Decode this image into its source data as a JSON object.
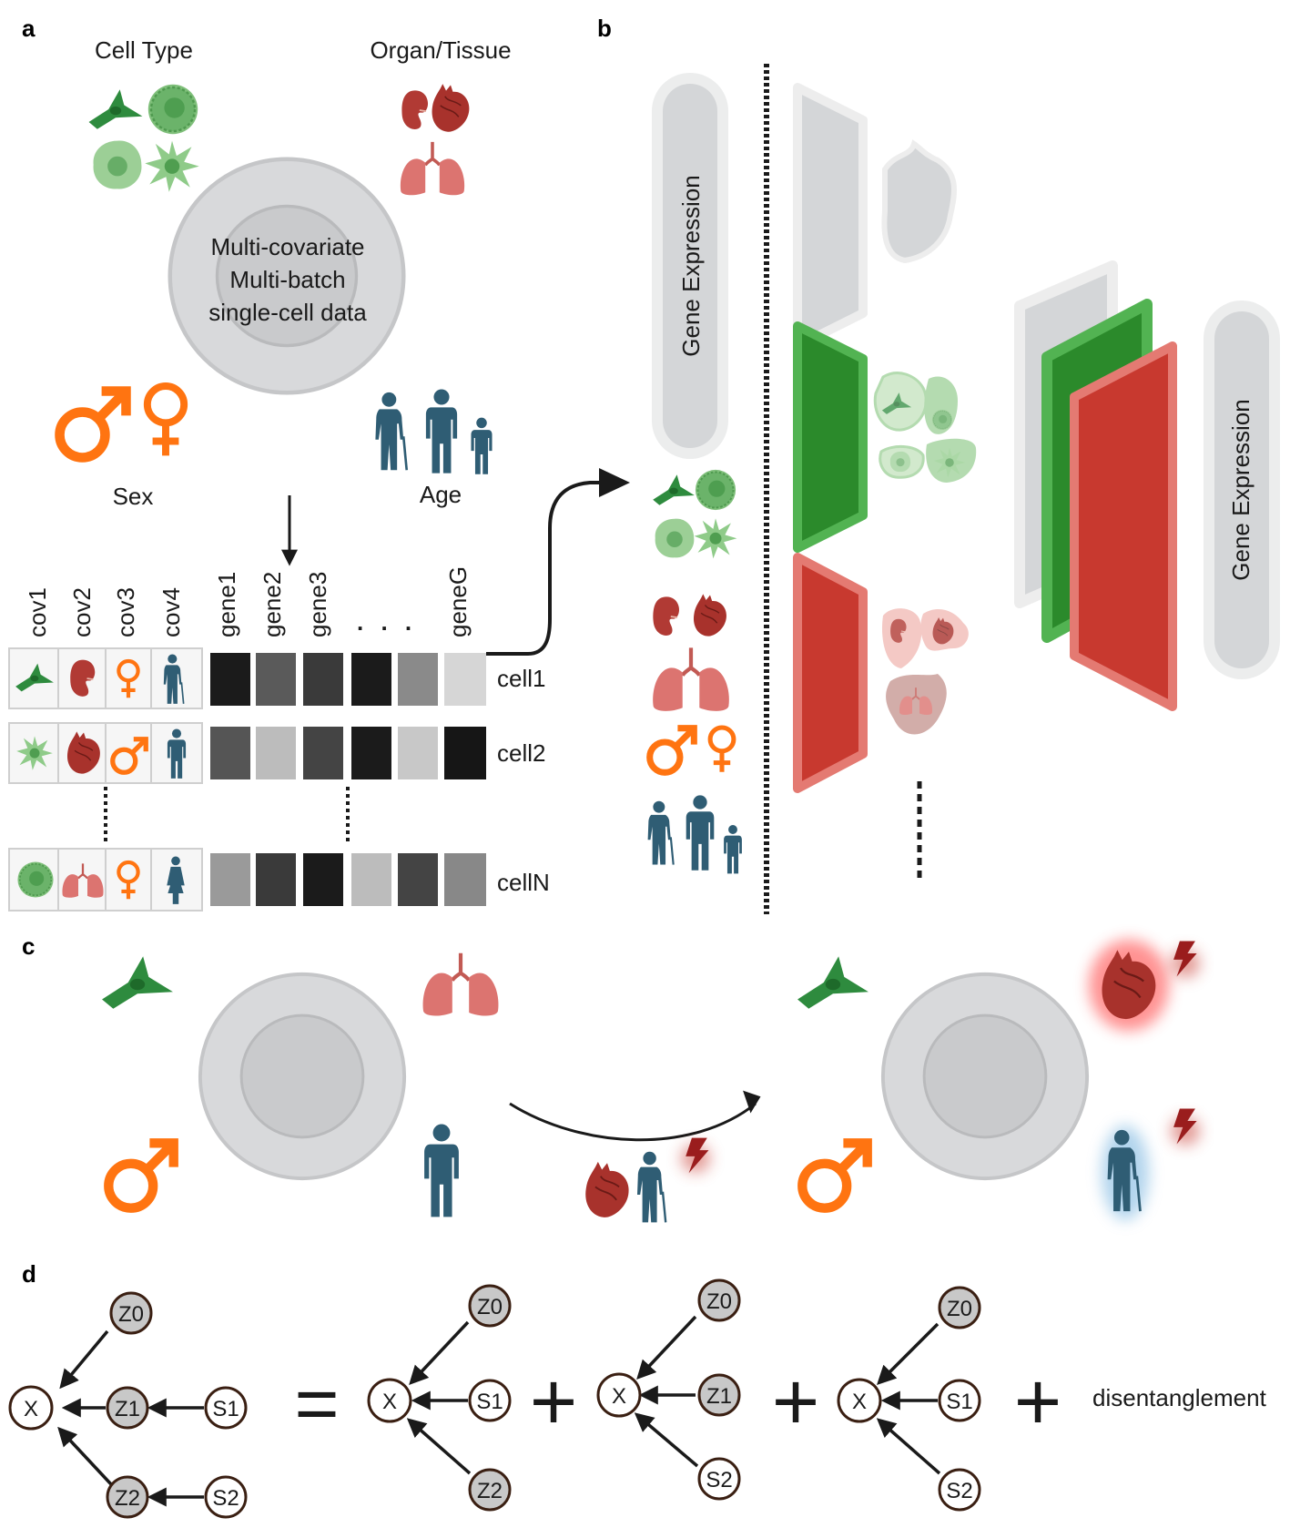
{
  "panels": {
    "a": "a",
    "b": "b",
    "c": "c",
    "d": "d"
  },
  "panel_a": {
    "cell_type_label": "Cell Type",
    "organ_label": "Organ/Tissue",
    "sex_label": "Sex",
    "age_label": "Age",
    "center_lines": [
      "Multi-covariate",
      "Multi-batch",
      "single-cell data"
    ],
    "covariate_headers": [
      "cov1",
      "cov2",
      "cov3",
      "cov4"
    ],
    "gene_headers": [
      "gene1",
      "gene2",
      "gene3",
      "geneG"
    ],
    "ellipsis": ". . .",
    "rows": [
      {
        "label": "cell1",
        "icons": [
          "fibroblast",
          "kidney",
          "female",
          "elder"
        ],
        "shades": [
          "#1b1b1b",
          "#5a5a5a",
          "#3a3a3a",
          "#1b1b1b",
          "#8a8a8a",
          "#d6d6d6"
        ]
      },
      {
        "label": "cell2",
        "icons": [
          "dendritic",
          "heart",
          "male",
          "adult"
        ],
        "shades": [
          "#555555",
          "#bcbcbc",
          "#444444",
          "#1b1b1b",
          "#c8c8c8",
          "#161616"
        ]
      },
      {
        "label": "cellN",
        "icons": [
          "round-cell",
          "lung",
          "female",
          "woman"
        ],
        "shades": [
          "#9a9a9a",
          "#3a3a3a",
          "#1b1b1b",
          "#bcbcbc",
          "#444444",
          "#888888"
        ]
      }
    ]
  },
  "panel_b": {
    "gene_expression_left": "Gene Expression",
    "gene_expression_right": "Gene Expression"
  },
  "panel_d": {
    "nodes": [
      "X",
      "Z0",
      "Z1",
      "Z2",
      "S1",
      "S2"
    ],
    "equals": "=",
    "plus": "+",
    "disentanglement": "disentanglement"
  },
  "colors": {
    "green": "#2e8b2e",
    "red": "#c8392f",
    "orange": "#ff7411",
    "blue": "#2f5d74",
    "gray": "#d5d7da",
    "organ": "#a8322c"
  }
}
